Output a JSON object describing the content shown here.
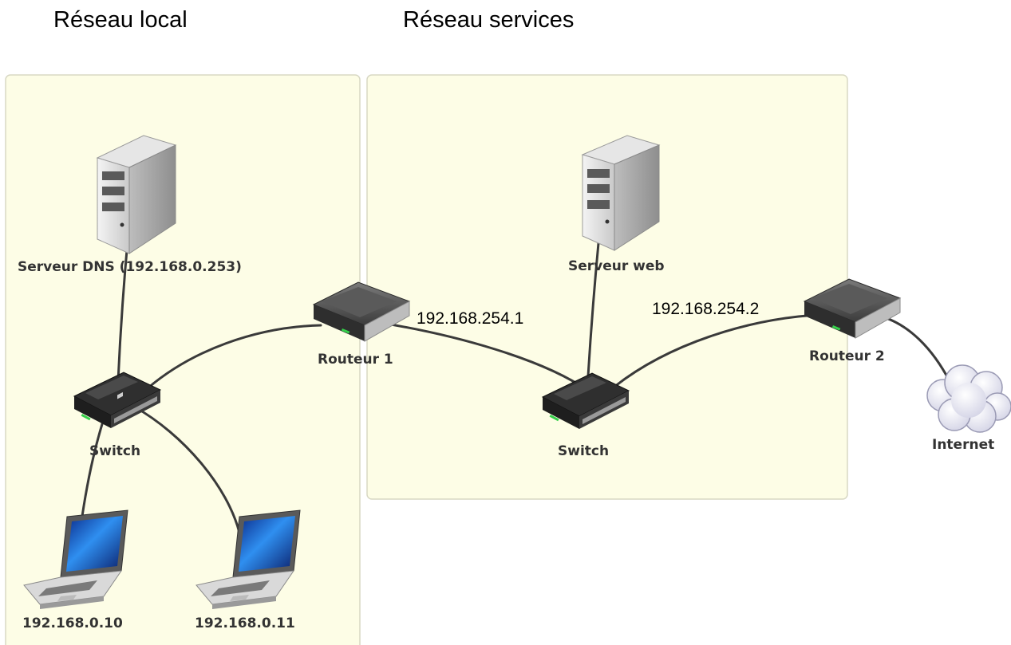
{
  "zones": {
    "local": {
      "title": "Réseau local"
    },
    "services": {
      "title": "Réseau services"
    }
  },
  "nodes": {
    "dns_server": {
      "label": "Serveur DNS (192.168.0.253)"
    },
    "switch_local": {
      "label": "Switch"
    },
    "laptop_1": {
      "label": "192.168.0.10"
    },
    "laptop_2": {
      "label": "192.168.0.11"
    },
    "router_1": {
      "label": "Routeur 1"
    },
    "web_server": {
      "label": "Serveur web"
    },
    "switch_services": {
      "label": "Switch"
    },
    "router_2": {
      "label": "Routeur 2"
    },
    "internet": {
      "label": "Internet"
    }
  },
  "links": {
    "router_1_ip": "192.168.254.1",
    "router_2_ip": "192.168.254.2"
  },
  "colors": {
    "zone_fill": "#fdfde6",
    "zone_stroke": "#d8d8c4",
    "cable": "#3a3a3a",
    "screen": "#1e6fd8"
  }
}
